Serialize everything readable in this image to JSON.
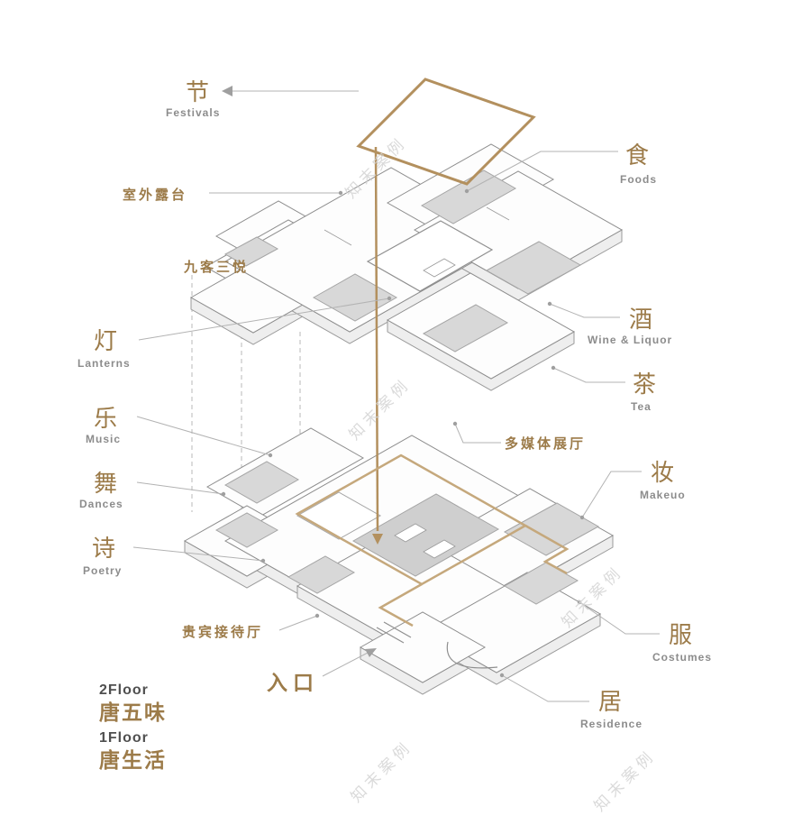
{
  "colors": {
    "accent_gold": "#b3905e",
    "route_gold": "#c5a87c",
    "label_gold": "#9c7b49",
    "label_gray": "#8c8c8c",
    "line_gray": "#9a9a9a",
    "room_gray": "#d8d8d8",
    "watermark_gray": "#d4d4d4"
  },
  "watermark": {
    "text": "知末案例"
  },
  "labels": {
    "festivals": {
      "zh": "节",
      "en": "Festivals"
    },
    "foods": {
      "zh": "食",
      "en": "Foods"
    },
    "terrace": {
      "zh": "室外露台"
    },
    "nine_guests": {
      "zh": "九客三悦"
    },
    "lanterns": {
      "zh": "灯",
      "en": "Lanterns"
    },
    "wine": {
      "zh": "酒",
      "en": "Wine & Liquor"
    },
    "tea": {
      "zh": "茶",
      "en": "Tea"
    },
    "music": {
      "zh": "乐",
      "en": "Music"
    },
    "multimedia": {
      "zh": "多媒体展厅"
    },
    "dances": {
      "zh": "舞",
      "en": "Dances"
    },
    "makeup": {
      "zh": "妆",
      "en": "Makeuo"
    },
    "poetry": {
      "zh": "诗",
      "en": "Poetry"
    },
    "costumes": {
      "zh": "服",
      "en": "Costumes"
    },
    "vip": {
      "zh": "贵宾接待厅"
    },
    "entrance": {
      "zh": "入口"
    },
    "residence": {
      "zh": "居",
      "en": "Residence"
    }
  },
  "legend": {
    "floor2_label": "2Floor",
    "floor2_name": "唐五味",
    "floor1_label": "1Floor",
    "floor1_name": "唐生活"
  }
}
